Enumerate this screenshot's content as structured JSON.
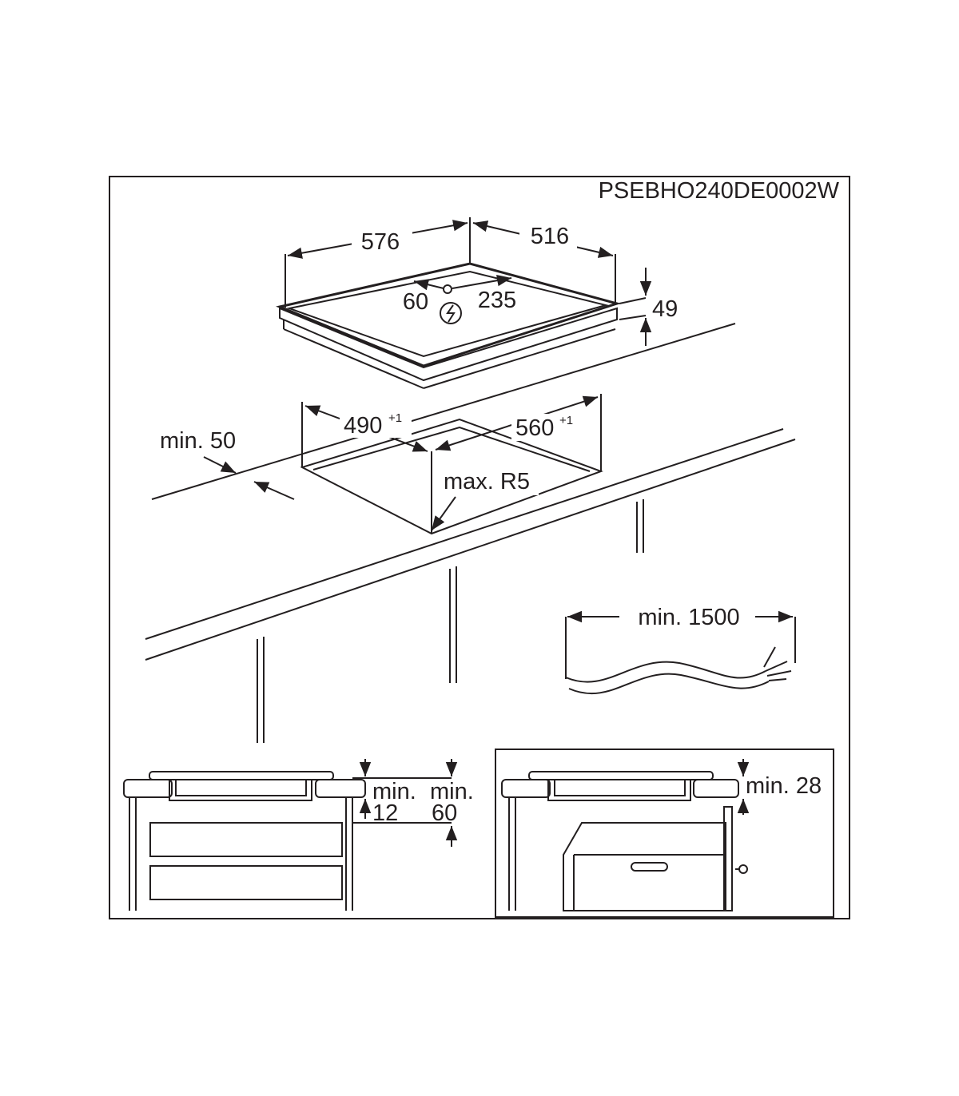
{
  "title": "PSEBHO240DE0002W",
  "hob": {
    "width": "576",
    "depth": "516",
    "height": "49",
    "cable_offset_x": "60",
    "cable_offset_y": "235",
    "power_icon": "electric-connection-icon"
  },
  "cutout": {
    "depth": "490",
    "depth_tolerance": "+1",
    "width": "560",
    "width_tolerance": "+1",
    "min_edge": "min. 50",
    "corner_radius": "max. R5"
  },
  "cable": {
    "min_length": "min. 1500"
  },
  "section_drawer": {
    "label_a": "min.",
    "value_a": "12",
    "label_b": "min.",
    "value_b": "60"
  },
  "section_oven": {
    "label": "min. 28"
  }
}
